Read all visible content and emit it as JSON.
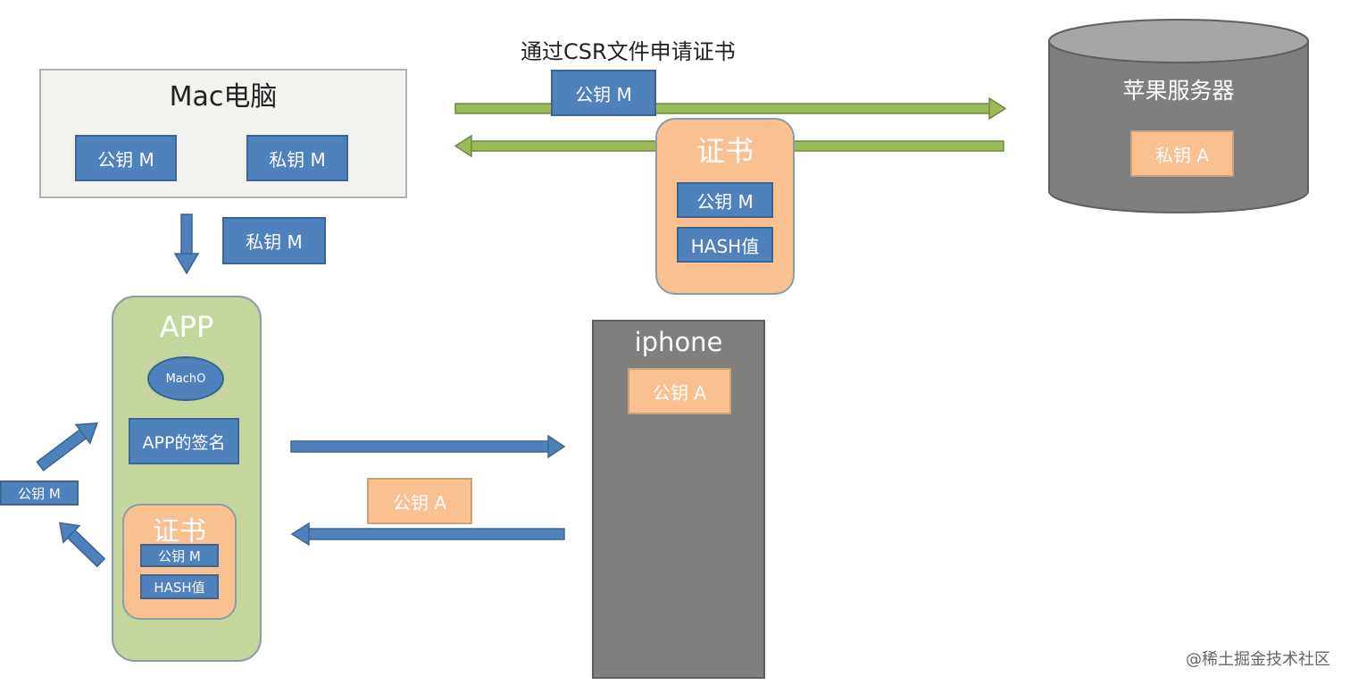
{
  "csr_label": "通过CSR文件申请证书",
  "mac": {
    "title": "Mac电脑",
    "pub_key": "公钥 M",
    "priv_key": "私钥 M"
  },
  "transfer_priv_key": "私钥 M",
  "csr_pub_key": "公钥 M",
  "apple_server": {
    "title": "苹果服务器",
    "priv_key": "私钥 A"
  },
  "cert_top": {
    "title": "证书",
    "pub_key": "公钥 M",
    "hash": "HASH值"
  },
  "app": {
    "title": "APP",
    "macho": "MachO",
    "signature": "APP的签名",
    "cert": {
      "title": "证书",
      "pub_key": "公钥 M",
      "hash": "HASH值"
    }
  },
  "extracted_pub_key": "公钥 M",
  "iphone": {
    "title": "iphone",
    "pub_key": "公钥 A"
  },
  "return_pub_key": "公钥 A",
  "watermark": "@稀土掘金技术社区",
  "colors": {
    "blue": "#4f81bd",
    "orange": "#fac090",
    "green_arrow": "#9bbb59",
    "app_green": "#c3d69b",
    "gray": "#7f7f7f"
  }
}
